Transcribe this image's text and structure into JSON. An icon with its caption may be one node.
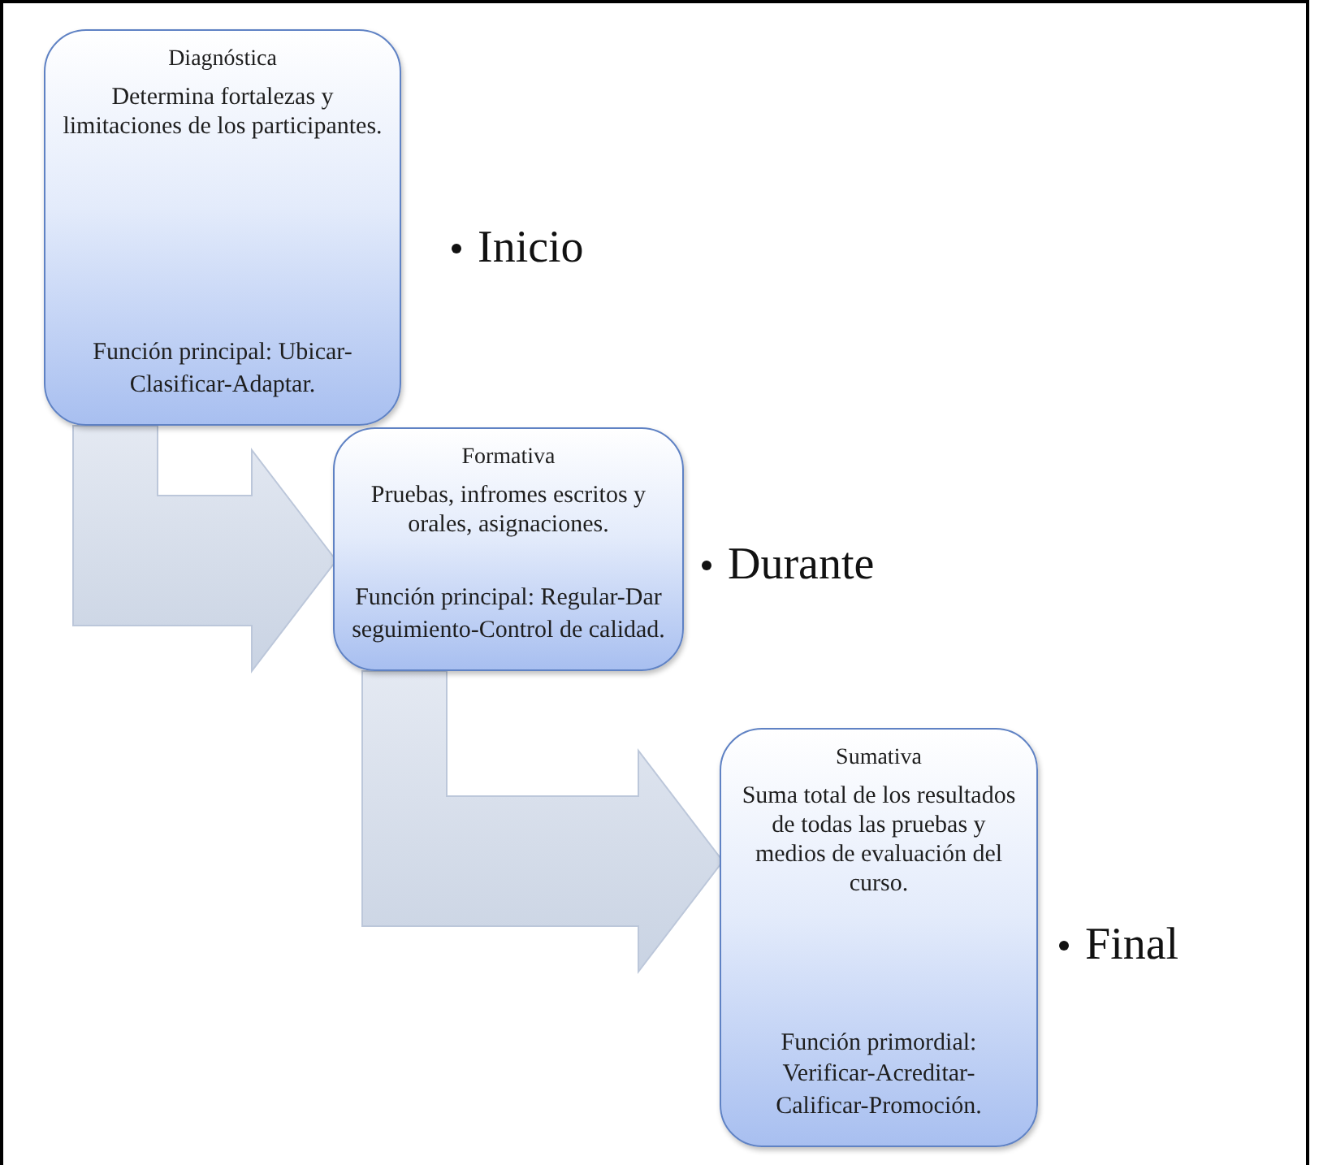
{
  "diagram": {
    "nodes": [
      {
        "text": [
          "Diagnóstica",
          "Determina fortalezas y limitaciones de los participantes.",
          "Función principal: Ubicar-Clasificar-Adaptar."
        ],
        "beside": [
          "Inicio"
        ]
      },
      {
        "text": [
          "Formativa",
          "Pruebas, infromes escritos y orales, asignaciones.",
          "Función principal: Regular-Dar seguimiento-Control de calidad."
        ],
        "beside": [
          "Durante"
        ]
      },
      {
        "text": [
          "Sumativa",
          "Suma total de los resultados de todas las pruebas y medios de evaluación del curso.",
          "Función primordial: Verificar-Acreditar-Calificar-Promoción."
        ],
        "beside": [
          "Final"
        ]
      }
    ],
    "edges": [
      {
        "from": 0,
        "to": 1,
        "arrow": "to"
      },
      {
        "from": 1,
        "to": 2,
        "arrow": "to"
      }
    ]
  }
}
